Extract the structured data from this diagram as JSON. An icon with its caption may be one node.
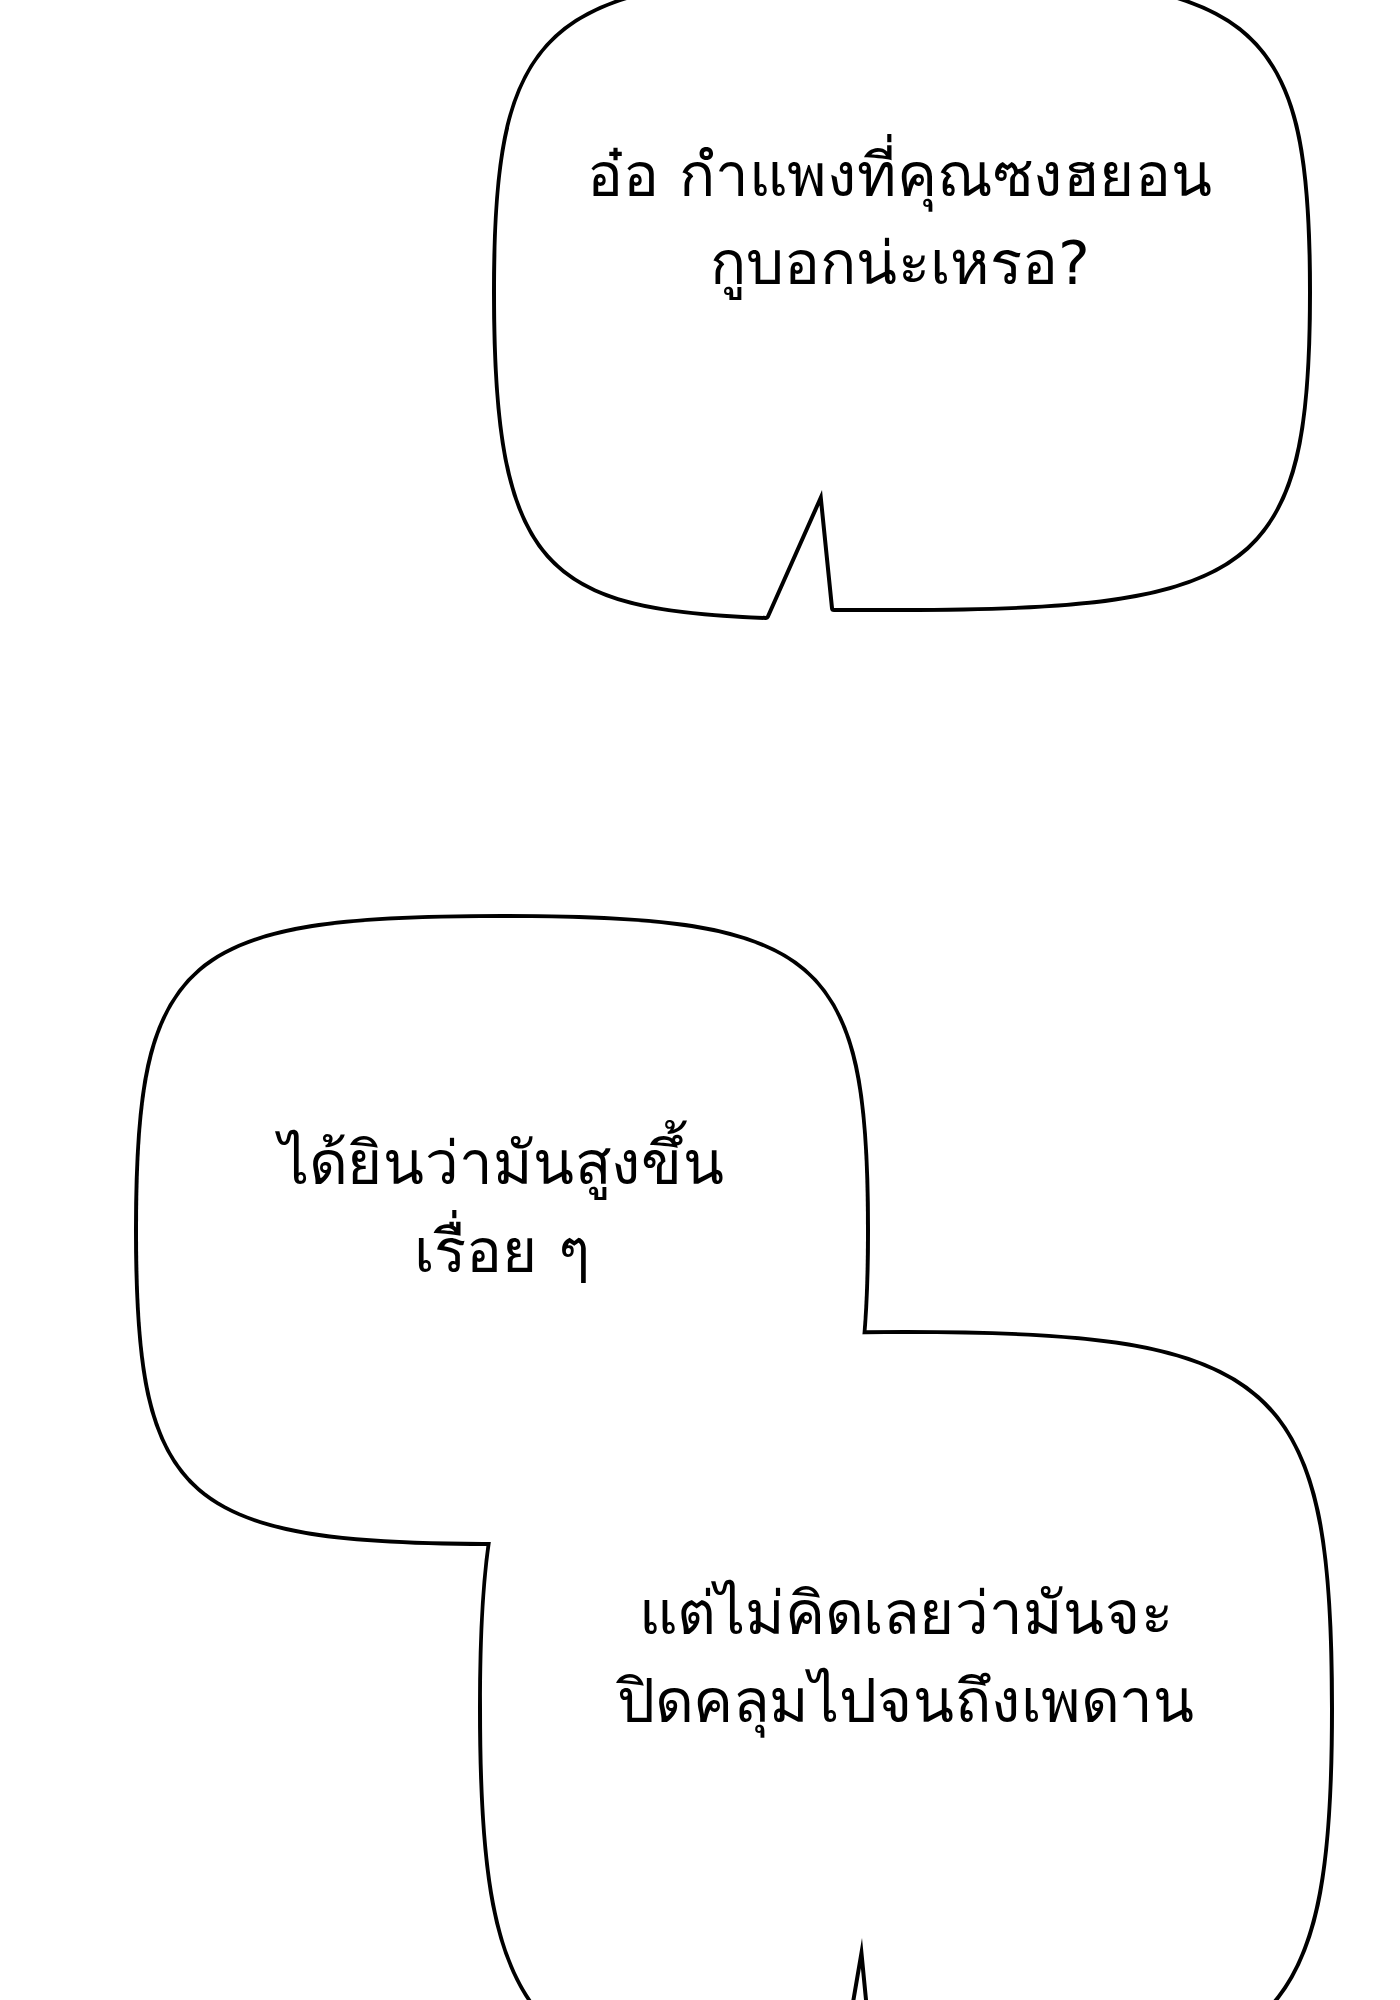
{
  "diagram": {
    "nodes": [
      {
        "text": [
          "อ๋อ กำแพงที่คุณซงฮยอนกูบอกน่ะเหรอ?"
        ]
      },
      {
        "text": [
          "ได้ยินว่ามันสูงขึ้นเรื่อย ๆ"
        ]
      },
      {
        "text": [
          "แต่ไม่คิดเลยว่ามันจะปิดคลุมไปจนถึงเพดาน"
        ]
      }
    ]
  }
}
